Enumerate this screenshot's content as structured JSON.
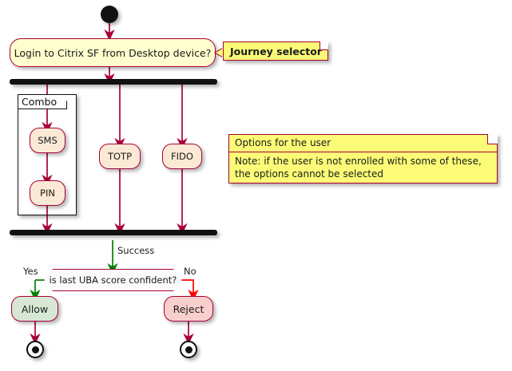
{
  "diagram": {
    "title": "MFA journey activity diagram",
    "colors": {
      "activity_fill": "#FEFECE",
      "option_fill": "#FCE9D5",
      "allow_fill": "#D6E8D4",
      "reject_fill": "#F7CFCD",
      "note_fill": "#FBFB77",
      "border": "#A80036",
      "arrow": "#A80036",
      "yes_arrow": "#008000",
      "no_arrow": "#FF0000",
      "success_arrow": "#008000",
      "bar": "#111111"
    },
    "start_node": "start-circle",
    "end_nodes": [
      "end-circle-allow",
      "end-circle-reject"
    ]
  },
  "nodes": {
    "login": "Login to Citrix SF from Desktop device?",
    "sms": "SMS",
    "pin": "PIN",
    "totp": "TOTP",
    "fido": "FIDO",
    "decision": "is last UBA score confident?",
    "allow": "Allow",
    "reject": "Reject"
  },
  "partition": {
    "label": "Combo"
  },
  "edges": {
    "success": "Success",
    "yes": "Yes",
    "no": "No"
  },
  "callout": {
    "text": "Journey selector"
  },
  "note": {
    "title": "Options for the user",
    "body": "Note: if the user is not enrolled with some of these, the options cannot be selected"
  }
}
